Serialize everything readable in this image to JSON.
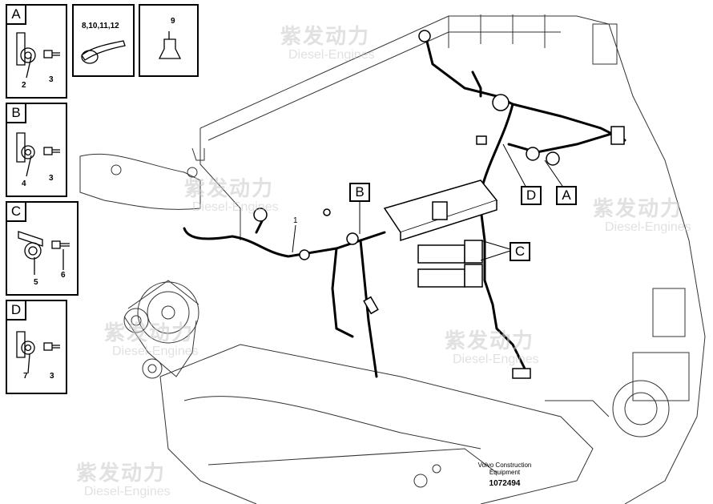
{
  "detail_boxes": [
    {
      "letter": "A",
      "parts": [
        "2",
        "3"
      ]
    },
    {
      "letter": "B",
      "parts": [
        "4",
        "3"
      ]
    },
    {
      "letter": "C",
      "parts": [
        "5",
        "6"
      ]
    },
    {
      "letter": "D",
      "parts": [
        "7",
        "3"
      ]
    }
  ],
  "top_boxes": [
    {
      "label": "8,10,11,12"
    },
    {
      "label": "9"
    }
  ],
  "callouts": {
    "A": "A",
    "B": "B",
    "C": "C",
    "D": "D"
  },
  "harness_label": "1",
  "watermark": {
    "cn": "紫发动力",
    "en": "Diesel-Engines"
  },
  "footer": {
    "org_line1": "Volvo Construction",
    "org_line2": "Equipment",
    "id": "1072494"
  }
}
